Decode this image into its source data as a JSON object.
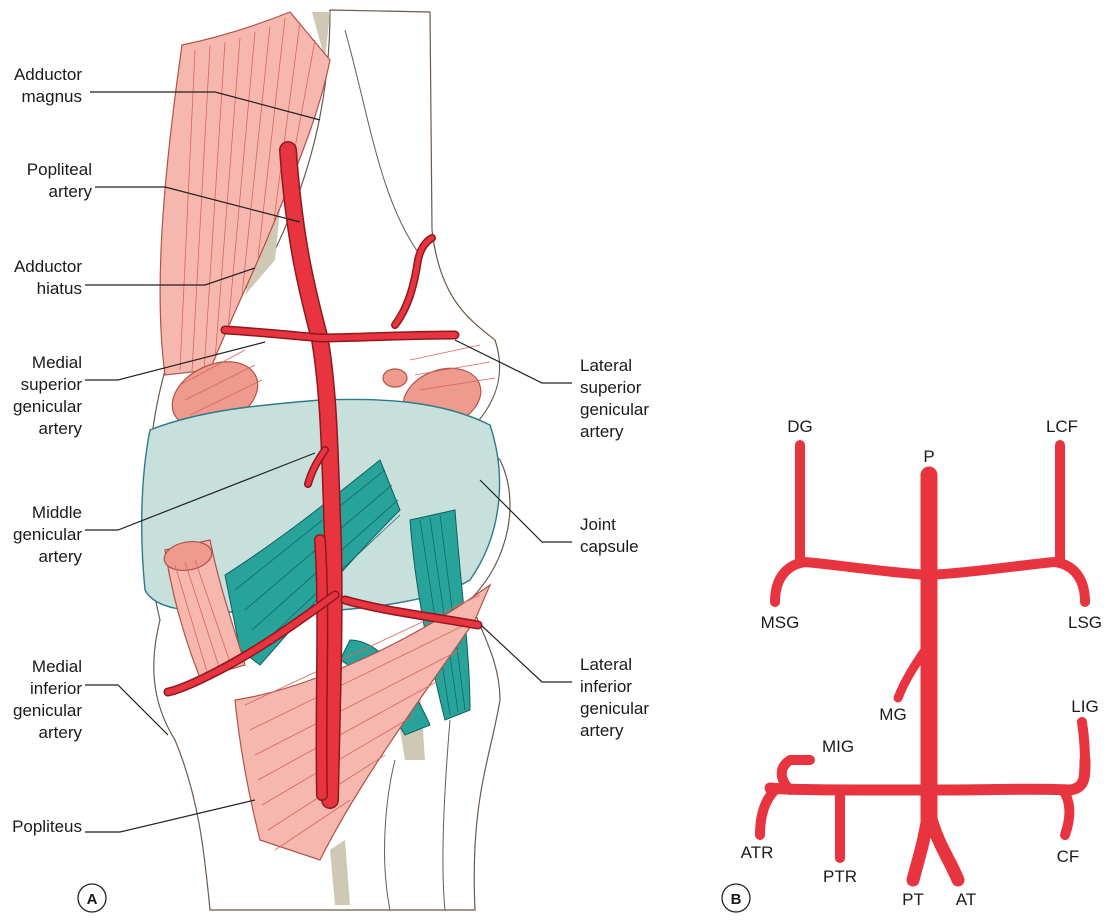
{
  "panel_a": {
    "badge": "A",
    "labels_left": [
      "Adductor magnus",
      "Popliteal artery",
      "Adductor hiatus",
      "Medial superior genicular artery",
      "Middle genicular artery",
      "Medial inferior genicular artery",
      "Popliteus"
    ],
    "labels_right": [
      "Lateral superior genicular artery",
      "Joint capsule",
      "Lateral inferior genicular artery"
    ]
  },
  "panel_b": {
    "badge": "B",
    "labels": [
      "DG",
      "LCF",
      "P",
      "MSG",
      "LSG",
      "MIG",
      "MG",
      "LIG",
      "ATR",
      "PTR",
      "PT",
      "AT",
      "CF"
    ]
  },
  "colors": {
    "artery": "#e8343f",
    "muscle": "#f6b8ae",
    "capsule": "#c7e0db",
    "ligament": "#28a39a",
    "bone_outline": "#6b5a4a"
  }
}
